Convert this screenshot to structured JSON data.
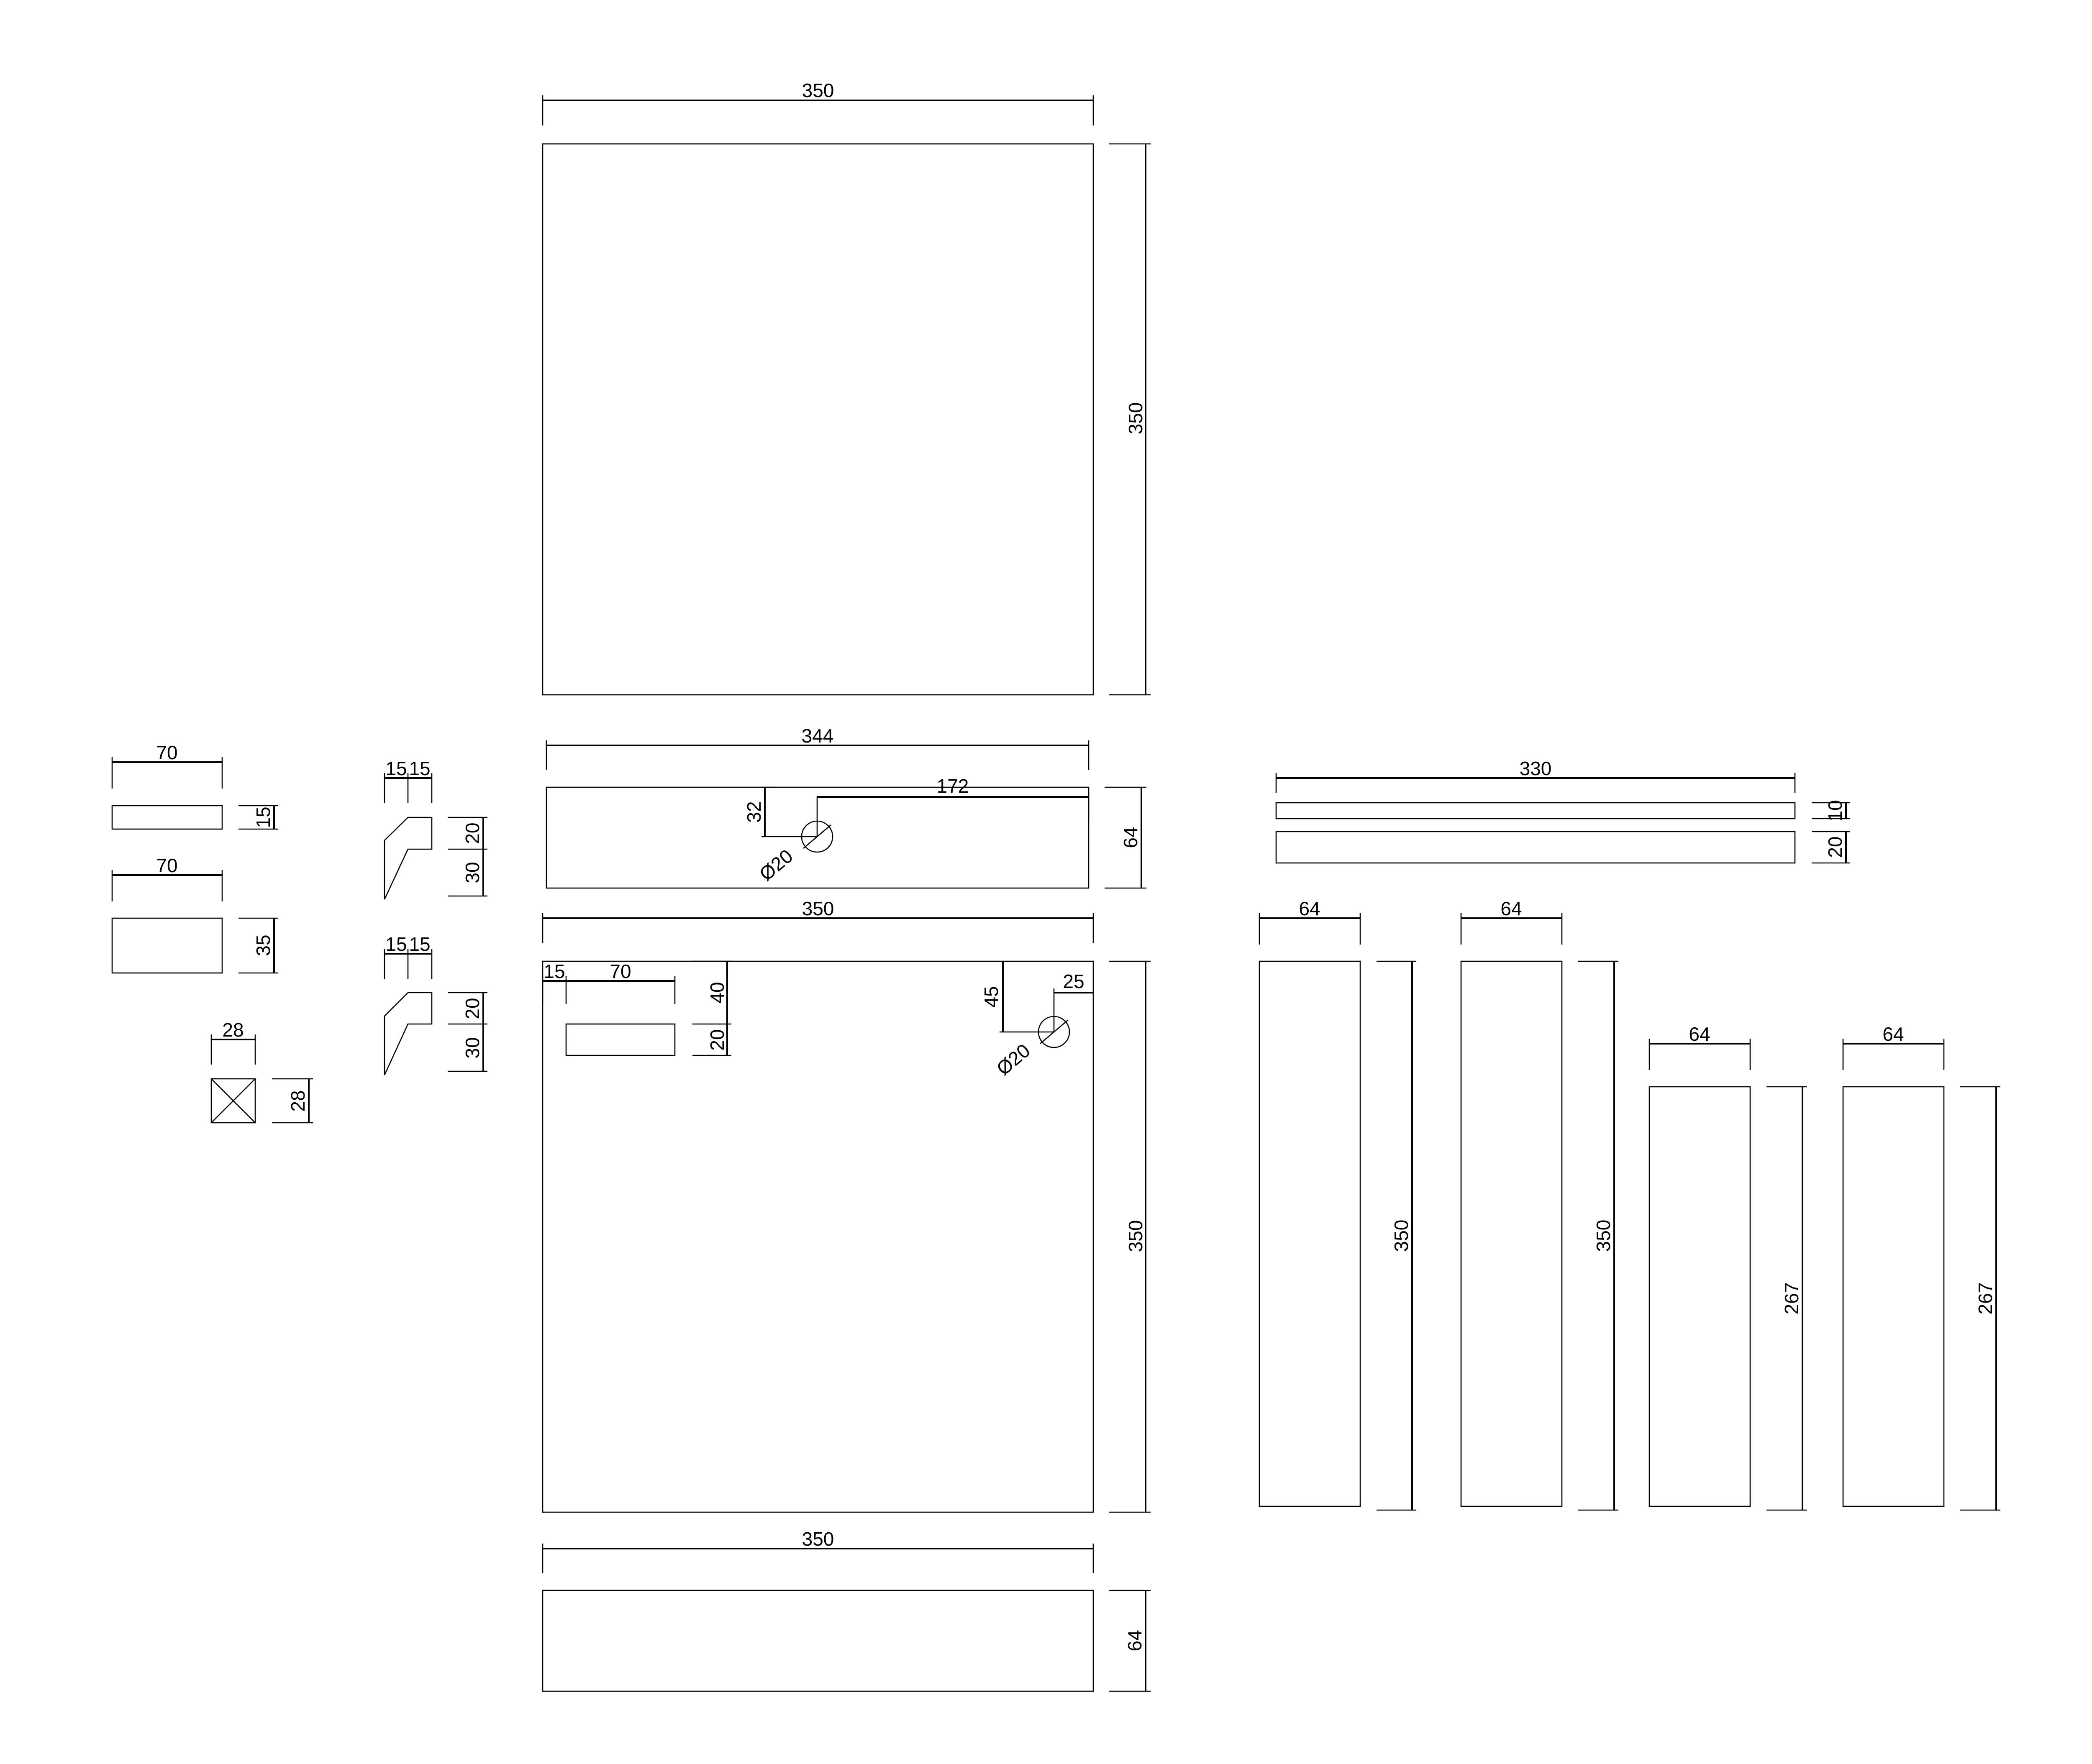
{
  "drawing": {
    "line_color": "#000000",
    "background": "#ffffff"
  },
  "dims": {
    "top_panel": {
      "width": "350",
      "height": "350"
    },
    "mid_strip": {
      "width": "344",
      "height": "64",
      "hole_offset": "172",
      "hole_drop": "32",
      "hole_dia": "Ø20"
    },
    "front_panel": {
      "width": "350",
      "height": "350",
      "slot_offset": "15",
      "slot_width": "70",
      "slot_top": "40",
      "slot_height": "20",
      "hole_drop": "45",
      "hole_offset": "25",
      "hole_dia": "Ø20"
    },
    "bottom_strip": {
      "width": "350",
      "height": "64"
    },
    "small_plate": {
      "width": "70",
      "height": "15"
    },
    "small_block": {
      "width": "70",
      "height": "35"
    },
    "square_post": {
      "width": "28",
      "height": "28"
    },
    "handle_top": {
      "w1": "15",
      "w2": "15",
      "h1": "20",
      "h2": "30"
    },
    "handle_bottom": {
      "w1": "15",
      "w2": "15",
      "h1": "20",
      "h2": "30"
    },
    "rails": {
      "width": "330",
      "h_top": "10",
      "h_bottom": "20"
    },
    "side_a": {
      "width": "64",
      "height": "350"
    },
    "side_b": {
      "width": "64",
      "height": "350"
    },
    "side_c": {
      "width": "64",
      "height": "267"
    },
    "side_d": {
      "width": "64",
      "height": "267"
    }
  }
}
